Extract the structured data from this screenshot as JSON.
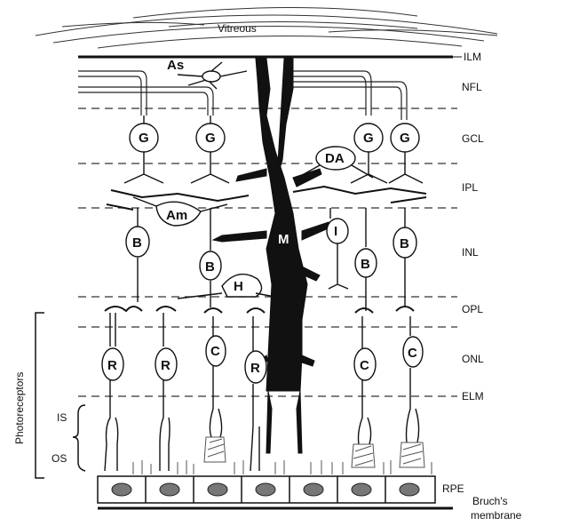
{
  "top_label": "Vitreous",
  "layers": [
    {
      "key": "ilm",
      "label": "ILM"
    },
    {
      "key": "nfl",
      "label": "NFL"
    },
    {
      "key": "gcl",
      "label": "GCL"
    },
    {
      "key": "ipl",
      "label": "IPL"
    },
    {
      "key": "inl",
      "label": "INL"
    },
    {
      "key": "opl",
      "label": "OPL"
    },
    {
      "key": "onl",
      "label": "ONL"
    },
    {
      "key": "elm",
      "label": "ELM"
    },
    {
      "key": "rpe",
      "label": "RPE"
    }
  ],
  "bruchs": [
    "Bruch's",
    "membrane"
  ],
  "photoreceptors": "Photoreceptors",
  "is_label": "IS",
  "os_label": "OS",
  "cells": {
    "astrocyte": "As",
    "ganglion": "G",
    "displaced_amacrine": "DA",
    "amacrine": "Am",
    "muller": "M",
    "interplexiform": "I",
    "bipolar": "B",
    "horizontal": "H",
    "rod": "R",
    "cone": "C"
  }
}
